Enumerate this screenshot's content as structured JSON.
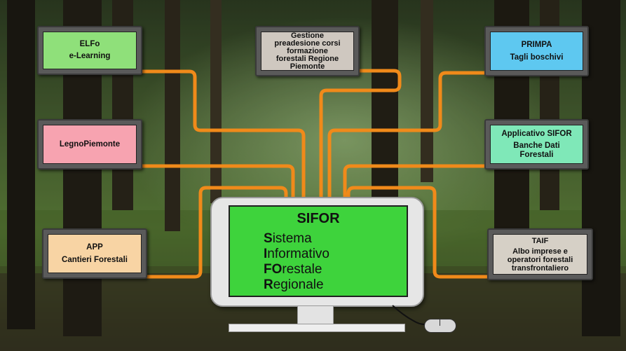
{
  "colors": {
    "connector": "#f08a1a",
    "main_screen": "#3ed33c",
    "elfo": "#8fe07a",
    "gestione": "#cfc8c0",
    "primpa": "#5ec8f0",
    "legno": "#f7a3b0",
    "sifor_app": "#7fe8b8",
    "app": "#f8d4a4",
    "taif": "#d6d0c6"
  },
  "main": {
    "title": "SIFOR",
    "lines": [
      {
        "initial": "S",
        "rest": "istema"
      },
      {
        "initial": "I",
        "rest": "nformativo"
      },
      {
        "initial": "FO",
        "rest": "restale"
      },
      {
        "initial": "R",
        "rest": "egionale"
      }
    ]
  },
  "boxes": {
    "elfo": {
      "lines": [
        "ELFo",
        "e-Learning"
      ]
    },
    "gestione": {
      "lines": [
        "Gestione",
        "preadesione corsi",
        "formazione",
        "forestali Regione",
        "Piemonte"
      ]
    },
    "primpa": {
      "lines": [
        "PRIMPA",
        "Tagli boschivi"
      ]
    },
    "legno": {
      "lines": [
        "LegnoPiemonte"
      ]
    },
    "sifor_app": {
      "lines": [
        "Applicativo SIFOR",
        "Banche Dati",
        "Forestali"
      ]
    },
    "app": {
      "lines": [
        "APP",
        "Cantieri Forestali"
      ]
    },
    "taif": {
      "lines": [
        "TAIF",
        "Albo imprese e",
        "operatori forestali",
        "transfrontaliero"
      ]
    }
  }
}
